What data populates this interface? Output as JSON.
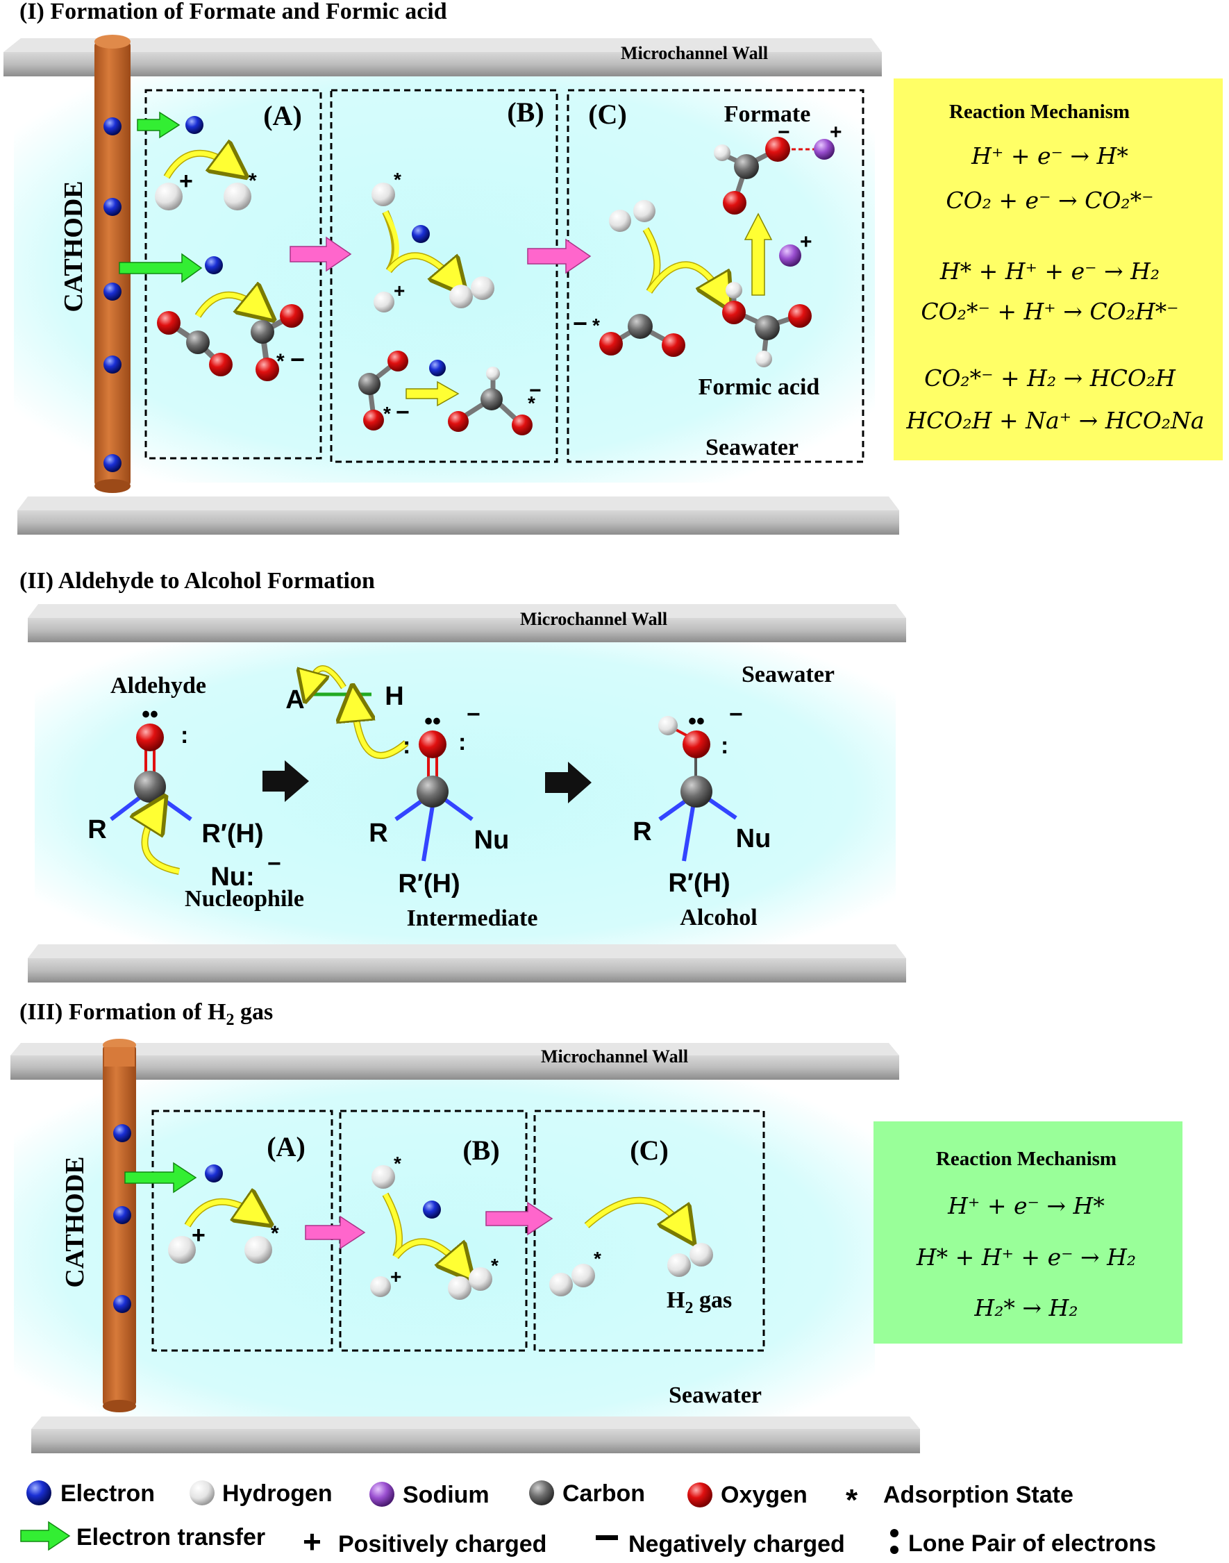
{
  "sections": {
    "s1": {
      "title": "(I) Formation of Formate and Formic acid",
      "wall": "Microchannel Wall",
      "cathode": "CATHODE",
      "boxes": [
        "(A)",
        "(B)",
        "(C)"
      ],
      "labels": {
        "formate": "Formate",
        "formic_acid": "Formic acid",
        "seawater": "Seawater"
      },
      "mechanism": {
        "title": "Reaction Mechanism",
        "equations": [
          "H⁺ + e⁻ → H*",
          "CO₂ + e⁻ → CO₂*⁻",
          "H* + H⁺ + e⁻ → H₂",
          "CO₂*⁻ + H⁺ → CO₂H*⁻",
          "CO₂*⁻ + H₂ → HCO₂H",
          "HCO₂H + Na⁺ → HCO₂Na"
        ],
        "color": "#ffff66"
      }
    },
    "s2": {
      "title": "(II) Aldehyde to Alcohol Formation",
      "wall": "Microchannel Wall",
      "labels": {
        "aldehyde": "Aldehyde",
        "nucleophile": "Nucleophile",
        "intermediate": "Intermediate",
        "alcohol": "Alcohol",
        "seawater": "Seawater"
      },
      "groups": {
        "r": "R",
        "r_prime": "R′(H)",
        "nu": "Nu",
        "nu_ion": "Nu:",
        "a": "A",
        "h": "H"
      }
    },
    "s3": {
      "title": "(III) Formation of H",
      "title_sub": "2",
      "title_end": " gas",
      "wall": "Microchannel Wall",
      "cathode": "CATHODE",
      "boxes": [
        "(A)",
        "(B)",
        "(C)"
      ],
      "labels": {
        "h2_gas": "H",
        "h2_sub": "2",
        "h2_gas_end": " gas",
        "seawater": "Seawater"
      },
      "mechanism": {
        "title": "Reaction Mechanism",
        "equations": [
          "H⁺ + e⁻ → H*",
          "H* + H⁺ + e⁻ → H₂",
          "H₂* → H₂"
        ],
        "color": "#99ff99"
      }
    }
  },
  "legend": {
    "row1": [
      "Electron",
      "Hydrogen",
      "Sodium",
      "Carbon",
      "Oxygen",
      "Adsorption State"
    ],
    "row2": [
      "Electron transfer",
      "Positively charged",
      "Negatively charged",
      "Lone Pair of electrons"
    ]
  },
  "colors": {
    "electron": "#1a2fd4",
    "hydrogen": "#e8e8e8",
    "sodium": "#9a4fd0",
    "carbon": "#6e6e6e",
    "oxygen": "#e01010",
    "cathode": "#c8692a",
    "green_arrow": "#33ee33",
    "pink_arrow": "#ff66cc",
    "curved_arrow": "#ffff33",
    "seawater": "#c9fbfb"
  }
}
